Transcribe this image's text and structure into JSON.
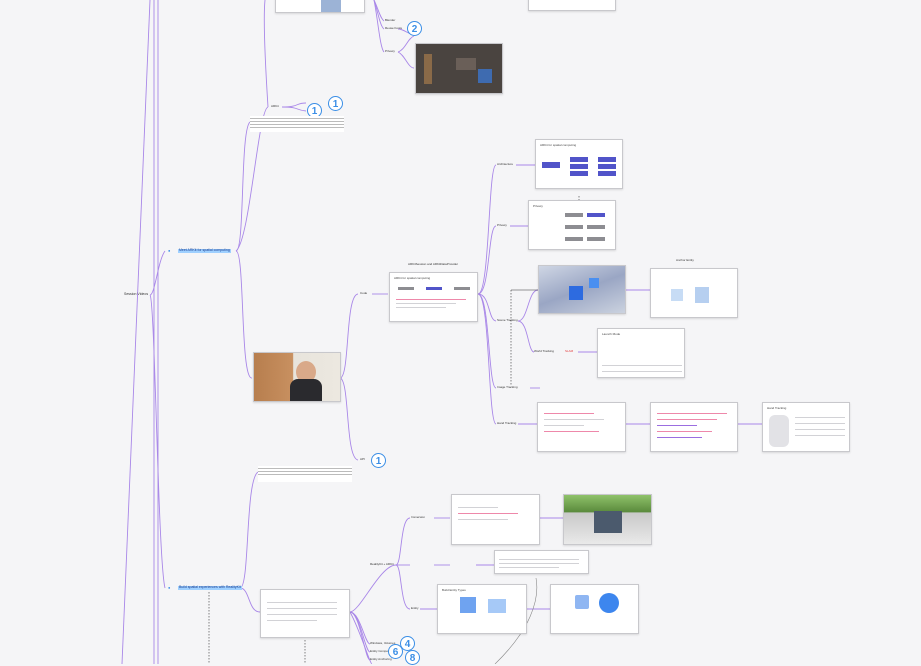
{
  "colors": {
    "branch": "#a987e8",
    "badge": "#3a8ee6",
    "highlight": "#9fd0ff",
    "red_text": "#e23b3b",
    "node_block": "#5154c9"
  },
  "nodes": {
    "root": "Session Videos",
    "branch_top": "Meet ARKit for spatial computing",
    "branch_bottom": "Build spatial experiences with RealityKit",
    "labels": {
      "n1": "Blender",
      "n2": "Reuse Fonts",
      "n3": "Privacy",
      "n4": "ARKit",
      "n5": "Code",
      "n6": "API",
      "n7": "Architecture",
      "n8": "Privacy",
      "n9": "Scene Tracking",
      "n10": "World Tracking",
      "n11": "Image Tracking",
      "n12": "Hand Tracking",
      "n13": "RealityKit + ARKit",
      "n14": "Immersion",
      "n15": "Entity",
      "n16": "Windows, Volumes",
      "n17": "Entity Components",
      "n18": "Entity Anchoring"
    },
    "thumb_titles": {
      "t1": "ARKit for spatial computing",
      "t2": "Privacy",
      "t3": "Anchor Entity",
      "t4": "Launch Mode",
      "t5": "Hand Tracking",
      "t6": "Build Entity Types",
      "t7": "ARKitSession and ARKitDataProvider"
    },
    "red_label": "SLAM"
  },
  "badges": [
    "2",
    "1",
    "1",
    "1",
    "4",
    "6",
    "8"
  ]
}
